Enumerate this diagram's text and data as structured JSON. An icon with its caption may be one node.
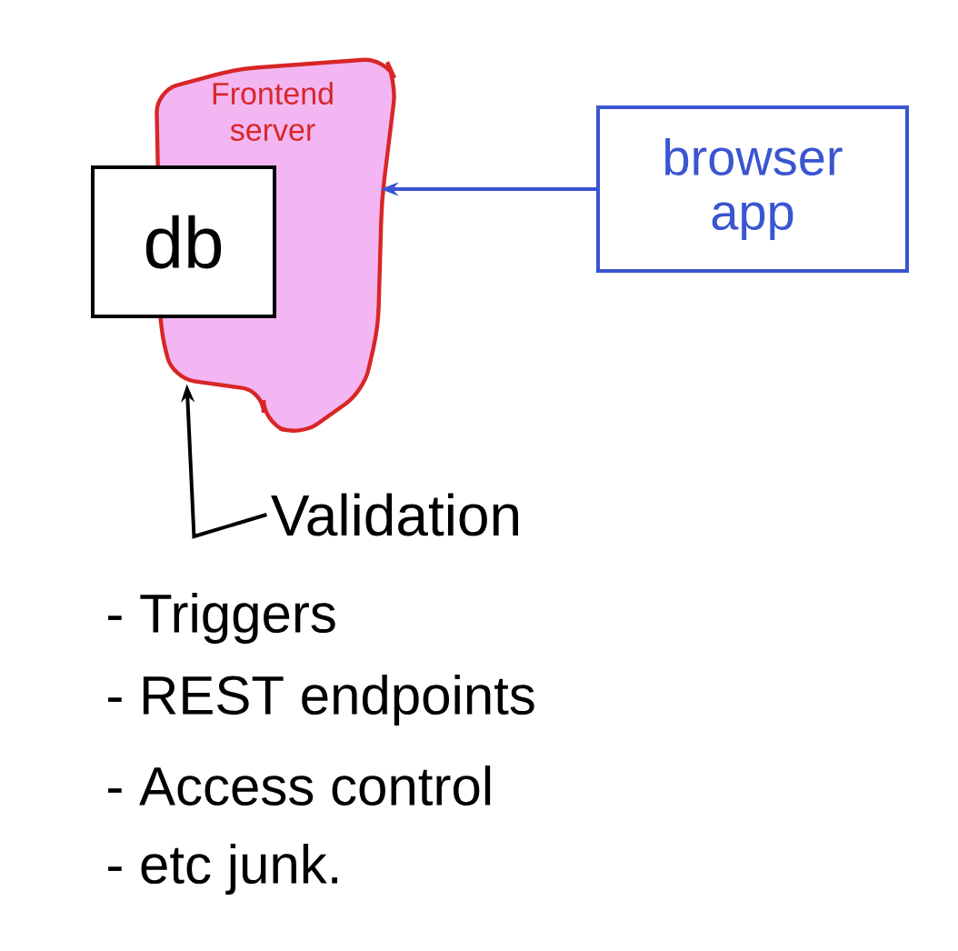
{
  "diagram": {
    "nodes": [
      {
        "text": [
          "Frontend server"
        ]
      },
      {
        "text": [
          "db"
        ]
      },
      {
        "text": [
          "browser app"
        ]
      },
      {
        "text": [
          "Validation"
        ]
      }
    ],
    "edges": [
      {
        "from": 2,
        "to": 0,
        "arrow": "to",
        "color": "#3a55d0"
      },
      {
        "from": 3,
        "to": 0,
        "arrow": "to",
        "color": "#000000"
      }
    ],
    "labels": [
      "- Triggers",
      "- REST endpoints",
      "- Access control",
      "- etc junk."
    ]
  }
}
